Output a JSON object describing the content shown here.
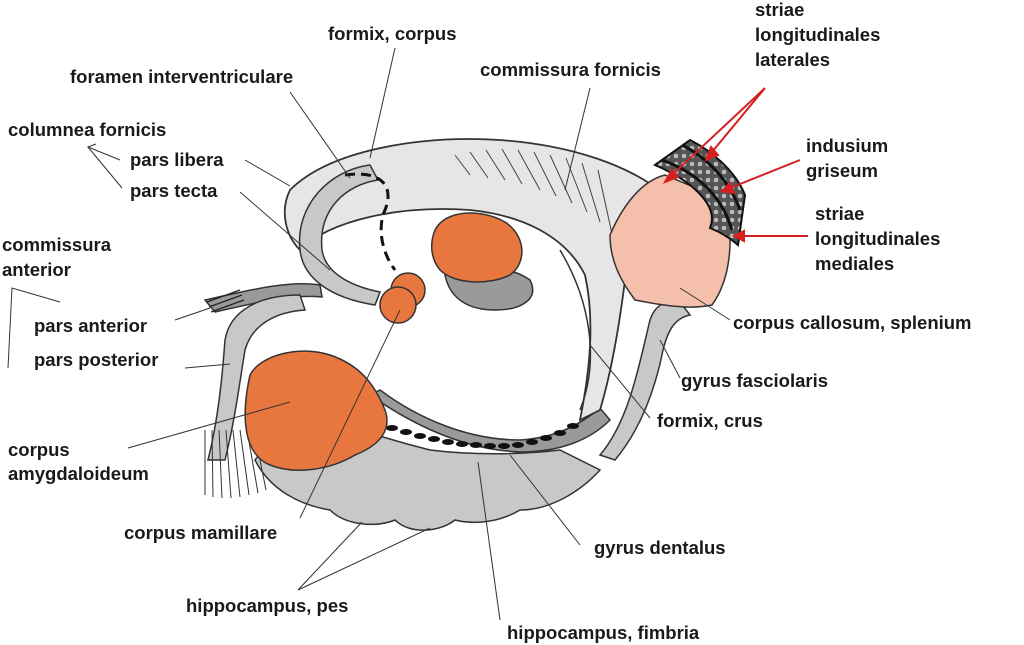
{
  "colors": {
    "structure_gray": "#c8c8c8",
    "light_gray": "#e6e6e6",
    "dark_gray": "#9a9a9a",
    "orange": "#e8763f",
    "pink": "#f4c0ac",
    "arrow_red": "#d42020",
    "line": "#222222"
  },
  "labels": {
    "fornix_corpus": "formix, corpus",
    "foramen": "foramen interventriculare",
    "commissura_fornicis": "commissura fornicis",
    "columnea_fornicis": "columnea fornicis",
    "pars_libera": "pars libera",
    "pars_tecta": "pars tecta",
    "commissura_anterior_1": "commissura",
    "commissura_anterior_2": "anterior",
    "pars_anterior": "pars anterior",
    "pars_posterior": "pars posterior",
    "corpus_amygdaloideum_1": "corpus",
    "corpus_amygdaloideum_2": "amygdaloideum",
    "corpus_mamillare": "corpus mamillare",
    "hippocampus_pes": "hippocampus, pes",
    "hippocampus_fimbria": "hippocampus, fimbria",
    "gyrus_dentalus": "gyrus dentalus",
    "fornix_crus": "formix, crus",
    "gyrus_fasciolaris": "gyrus fasciolaris",
    "corpus_callosum": "corpus callosum, splenium",
    "striae_lat_1": "striae",
    "striae_lat_2": "longitudinales",
    "striae_lat_3": "laterales",
    "indusium_1": "indusium",
    "indusium_2": "griseum",
    "striae_med_1": "striae",
    "striae_med_2": "longitudinales",
    "striae_med_3": "mediales"
  }
}
